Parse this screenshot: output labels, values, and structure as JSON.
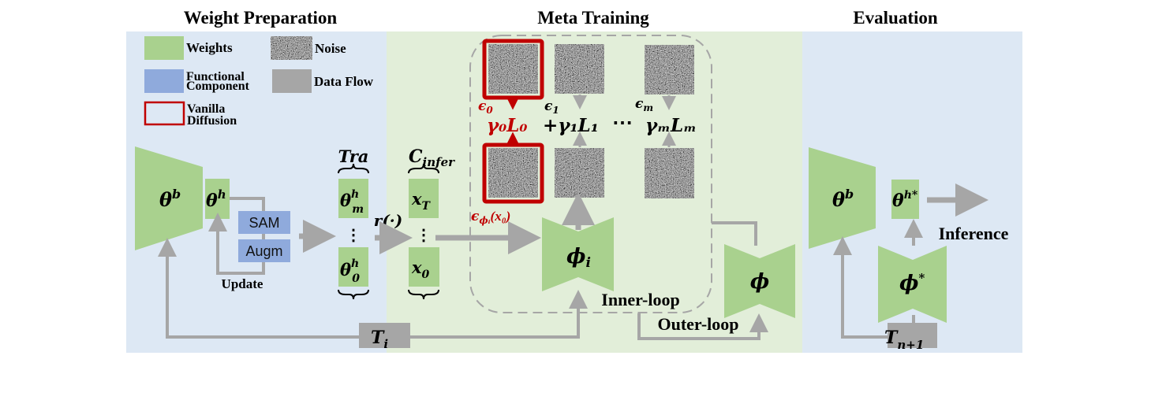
{
  "sections": {
    "weight_preparation": "Weight Preparation",
    "meta_training": "Meta Training",
    "evaluation": "Evaluation"
  },
  "legend": {
    "weights": "Weights",
    "noise": "Noise",
    "functional_1": "Functional",
    "functional_2": "Component",
    "data_flow": "Data Flow",
    "vanilla_1": "Vanilla",
    "vanilla_2": "Diffusion"
  },
  "weight_prep": {
    "theta_b": "θ",
    "theta_b_sup": "b",
    "theta_h": "θ",
    "theta_h_sup": "h",
    "sam": "SAM",
    "augm": "Augm",
    "update": "Update",
    "tra": "Tra",
    "theta_m": "θ",
    "theta_m_sup": "h",
    "theta_m_sub": "m",
    "theta_0": "θ",
    "theta_0_sup": "h",
    "theta_0_sub": "0",
    "r": "r(·)",
    "c_infer": "C",
    "c_infer_sub": "infer",
    "x_T": "x",
    "x_T_sub": "T",
    "x_0": "x",
    "x_0_sub": "0",
    "task": "T",
    "task_sub": "i",
    "dots": "⋮"
  },
  "meta": {
    "eps0": "ϵ",
    "eps0_sub": "0",
    "eps1": "ϵ",
    "eps1_sub": "1",
    "epsm": "ϵ",
    "epsm_sub": "m",
    "term0": "γ₀L₀",
    "term1": "+γ₁L₁",
    "ellipsis": "⋯",
    "termm": "γₘLₘ",
    "eps_phi": "ϵ",
    "eps_phi_sub": "ϕᵢ",
    "eps_phi_arg": "(x₀)",
    "phi_i": "ϕ",
    "phi_i_sub": "i",
    "phi": "ϕ",
    "inner_loop": "Inner-loop",
    "outer_loop": "Outer-loop"
  },
  "evaluation": {
    "theta_b": "θ",
    "theta_b_sup": "b",
    "theta_h": "θ",
    "theta_h_sup": "h*",
    "phi_star": "ϕ",
    "phi_star_sup": "*",
    "inference": "Inference",
    "task": "T",
    "task_sub": "n+1"
  },
  "colors": {
    "weights": "#a9d18e",
    "functional": "#8faadc",
    "data_flow": "#a6a6a6",
    "vanilla": "#c00000",
    "panel_blue": "#dde8f4",
    "panel_green": "#e2eed9"
  }
}
